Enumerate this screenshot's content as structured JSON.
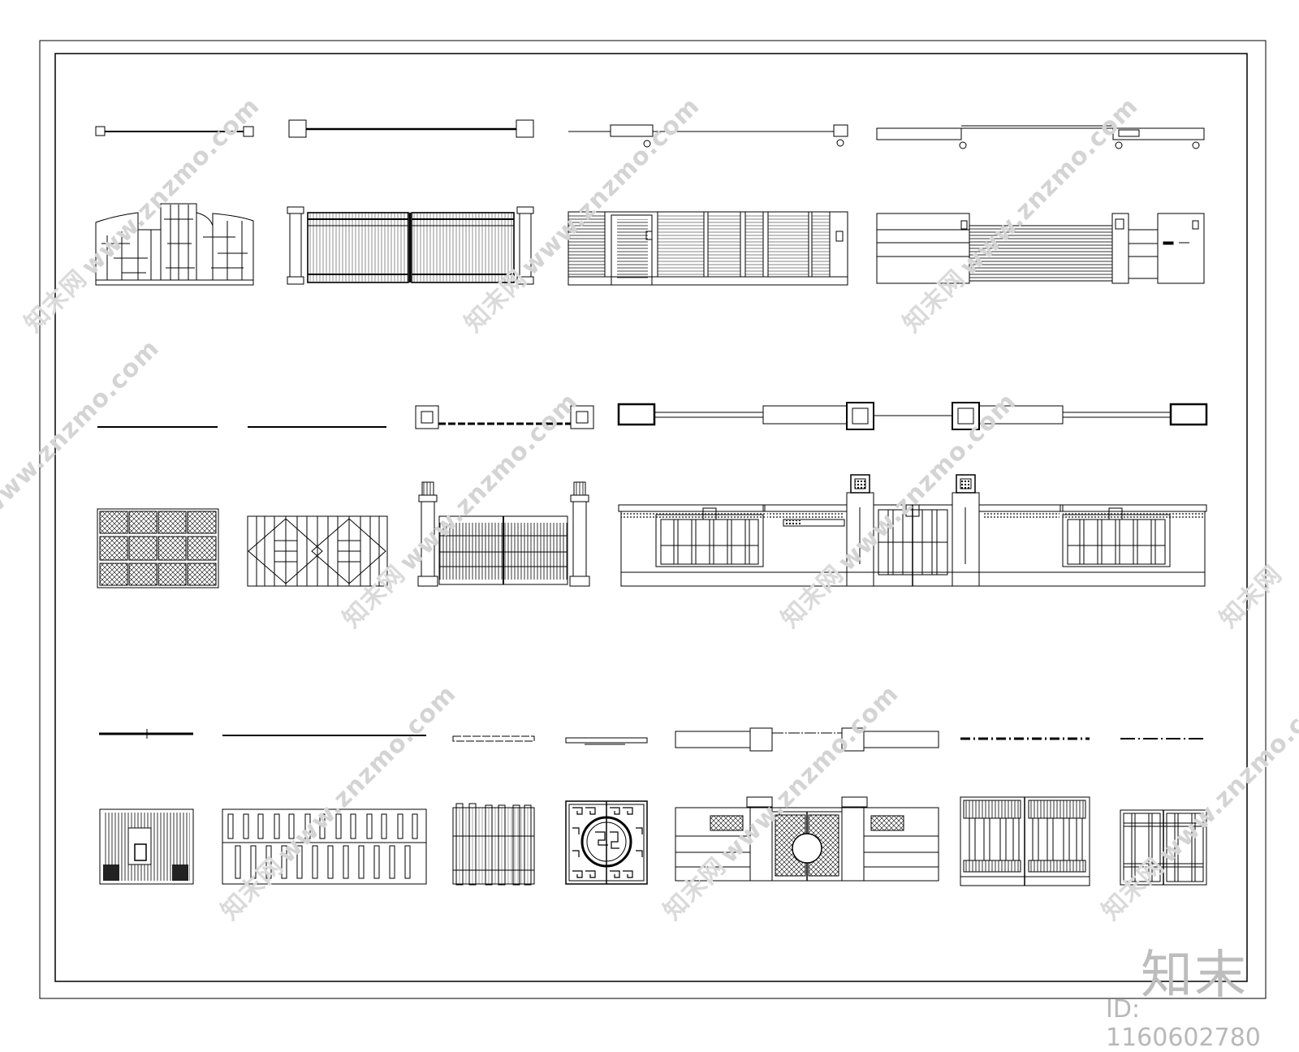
{
  "watermark": {
    "cn": "知末网",
    "url": "www.znzmo.com"
  },
  "logo": {
    "text": "知末"
  },
  "asset_id": {
    "text": "ID: 1160602780"
  },
  "colors": {
    "line": "#000000",
    "watermark": "#d4d4d4",
    "fill_dark": "#222222"
  }
}
